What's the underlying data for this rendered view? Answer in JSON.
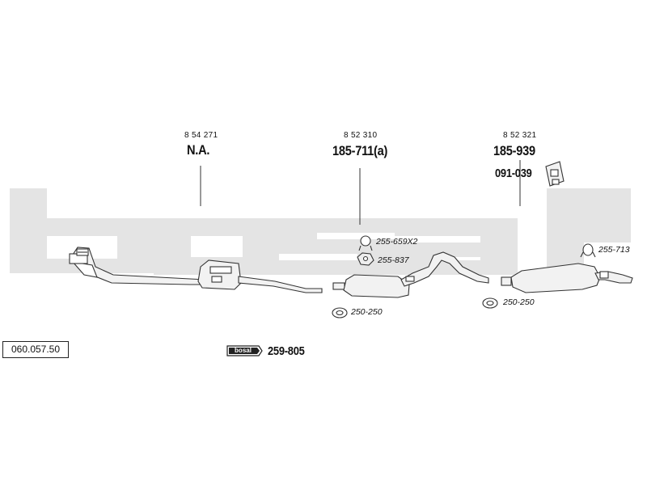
{
  "brand": "bosal",
  "diagram_ref": "060.057.50",
  "parts": [
    {
      "id": "front",
      "oe_number": "8 54 271",
      "part_number": "N.A."
    },
    {
      "id": "middle",
      "oe_number": "8 52 310",
      "part_number": "185-711(a)"
    },
    {
      "id": "rear",
      "oe_number": "8 52 321",
      "part_number": "185-939"
    }
  ],
  "accessories": {
    "rear_mount": "091-039",
    "clamp_middle": "255-659X2",
    "mount_middle": "255-837",
    "gasket_middle": "250-250",
    "gasket_rear": "250-250",
    "rear_clamp": "255-713"
  },
  "kit": {
    "badge": "bosal",
    "number": "259-805"
  },
  "colors": {
    "watermark": "#e3e3e3",
    "line": "#333333",
    "fill": "#f2f2f2"
  }
}
